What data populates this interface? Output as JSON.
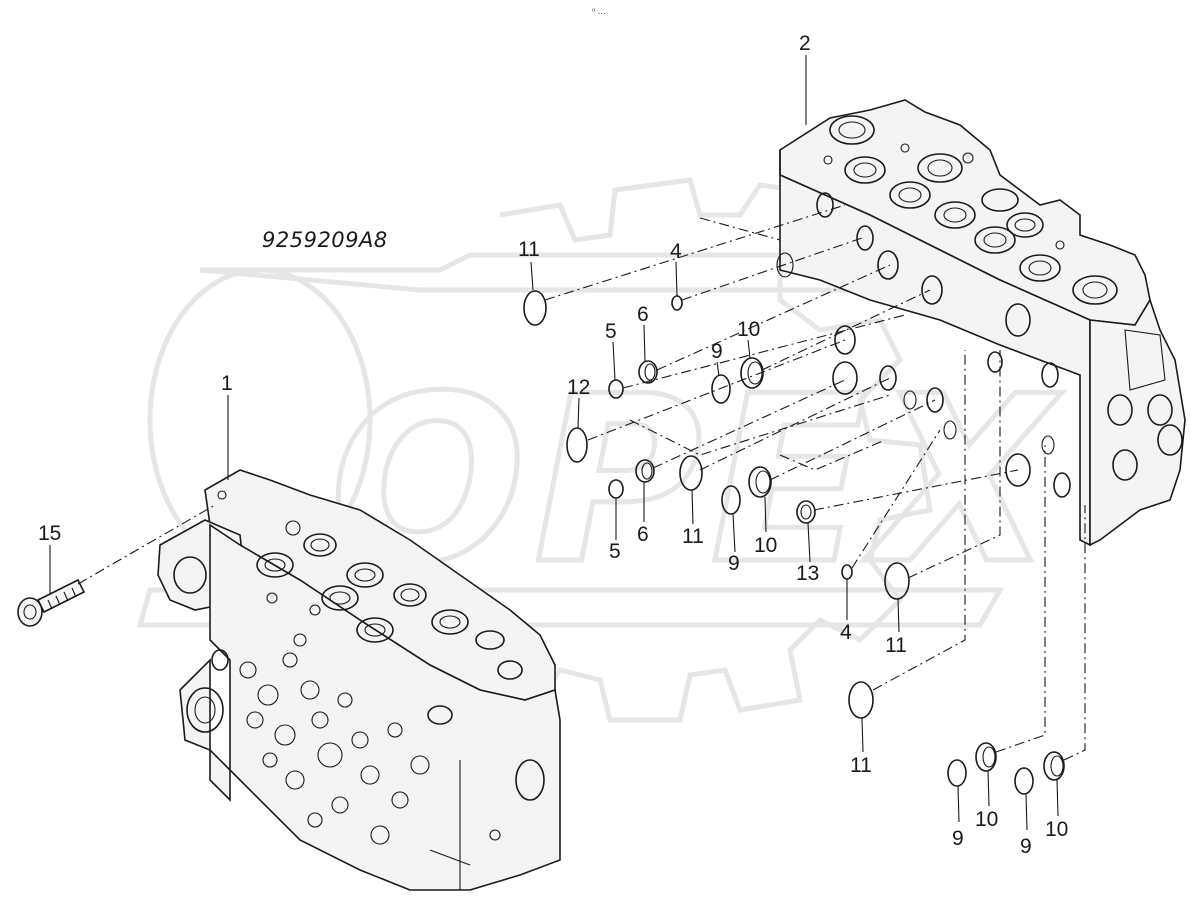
{
  "drawing": {
    "document_number": "9259209A8",
    "top_mark": "⁰ …"
  },
  "watermark": {
    "text": "OPEX"
  },
  "callouts": {
    "c1": "1",
    "c2": "2",
    "c15": "15",
    "c11a": "11",
    "c4a": "4",
    "c6a": "6",
    "c5a": "5",
    "c9a": "9",
    "c10a": "10",
    "c12": "12",
    "c5b": "5",
    "c6b": "6",
    "c11b": "11",
    "c9b": "9",
    "c10b": "10",
    "c13": "13",
    "c4b": "4",
    "c11c": "11",
    "c11d": "11",
    "c9c": "9",
    "c10c": "10",
    "c9d": "9",
    "c10d": "10"
  }
}
